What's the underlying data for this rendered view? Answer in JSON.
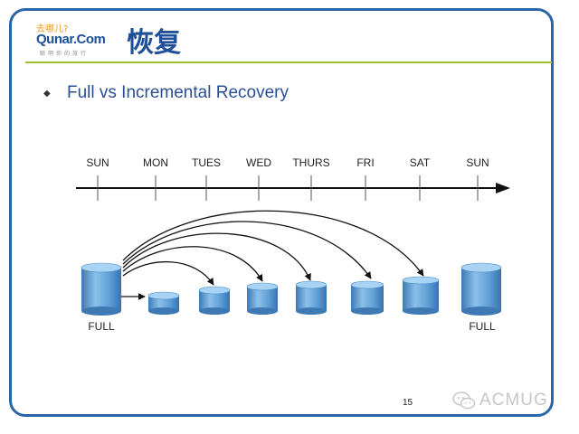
{
  "logo": {
    "chinese_text": "去哪儿?",
    "brand": "Qunar.Com",
    "slogan": "聪明你的旅行"
  },
  "slide": {
    "title": "恢复",
    "bullet": "Full vs Incremental Recovery",
    "page_number": "15"
  },
  "timeline": {
    "days": [
      "SUN",
      "MON",
      "TUES",
      "WED",
      "THURS",
      "FRI",
      "SAT",
      "SUN"
    ]
  },
  "backups": {
    "full_label_left": "FULL",
    "full_label_right": "FULL"
  },
  "watermark": {
    "text": "ACMUG",
    "icon": "wechat-icon"
  },
  "colors": {
    "frame": "#2a65a8",
    "title": "#1f4f98",
    "rule": "#9fc031",
    "cylinder": "#5e9fd6"
  }
}
